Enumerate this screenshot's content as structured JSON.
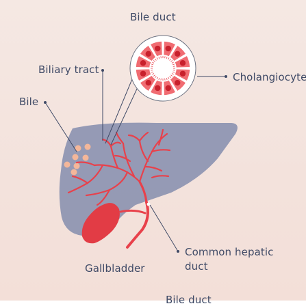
{
  "labels": {
    "bile_duct_top": "Bile duct",
    "biliary_tract": "Biliary tract",
    "bile": "Bile",
    "cholangiocyte": "Cholangiocyte",
    "gallbladder": "Gallbladder",
    "common_hepatic_line1": "Common hepatic",
    "common_hepatic_line2": "duct",
    "bile_duct_bottom": "Bile duct"
  },
  "colors": {
    "background": "#f4e4de",
    "liver": "#8f96b2",
    "ducts": "#e8414b",
    "gallbladder": "#e23c45",
    "bile_dots": "#f4b79a",
    "label_text": "#3f4a66"
  }
}
